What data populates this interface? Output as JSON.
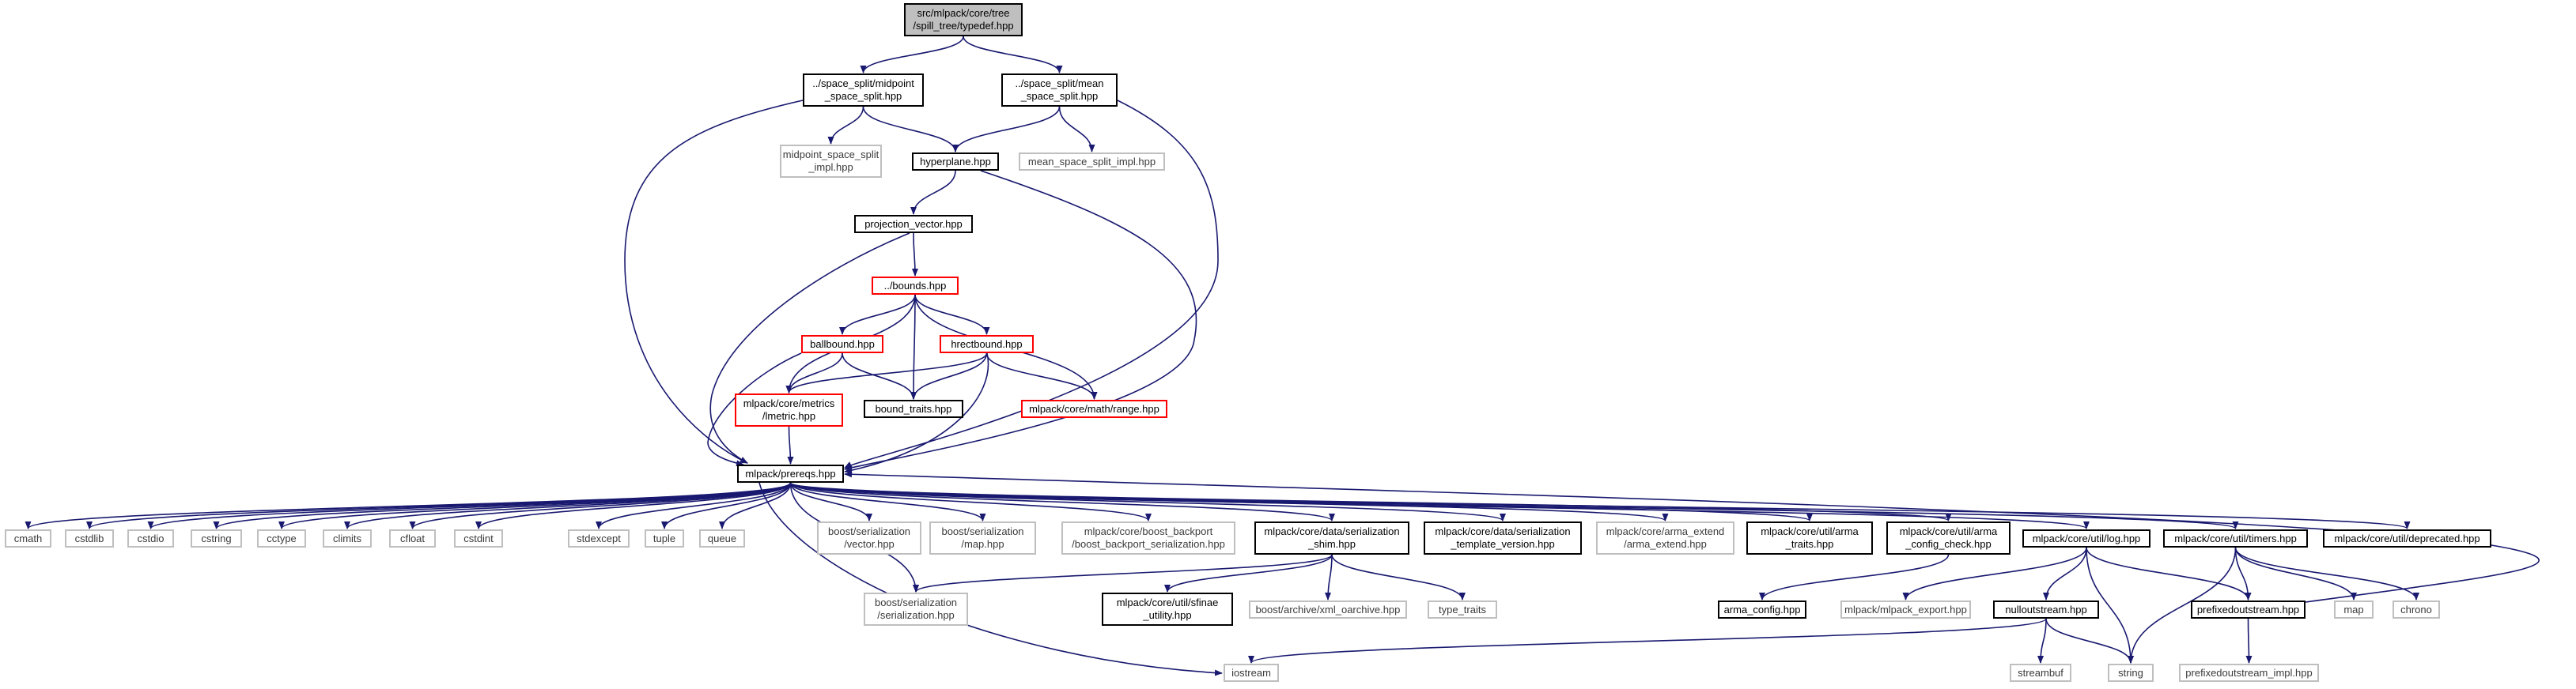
{
  "colors": {
    "edge": "#191970",
    "node_border": "#000000",
    "external_border": "#bfbfbf",
    "incomplete_border": "#ff0000",
    "root_fill": "#bfbfbf"
  },
  "nodes": [
    {
      "id": "typedef",
      "label": "src/mlpack/core/tree\n/spill_tree/typedef.hpp",
      "kind": "root"
    },
    {
      "id": "midpoint",
      "label": "../space_split/midpoint\n_space_split.hpp",
      "kind": "file"
    },
    {
      "id": "mean",
      "label": "../space_split/mean\n_space_split.hpp",
      "kind": "file"
    },
    {
      "id": "midpoint_impl",
      "label": "midpoint_space_split\n_impl.hpp",
      "kind": "external"
    },
    {
      "id": "hyperplane",
      "label": "hyperplane.hpp",
      "kind": "file"
    },
    {
      "id": "mean_impl",
      "label": "mean_space_split_impl.hpp",
      "kind": "external"
    },
    {
      "id": "projection",
      "label": "projection_vector.hpp",
      "kind": "file"
    },
    {
      "id": "bounds",
      "label": "../bounds.hpp",
      "kind": "incomplete"
    },
    {
      "id": "ballbound",
      "label": "ballbound.hpp",
      "kind": "incomplete"
    },
    {
      "id": "hrectbound",
      "label": "hrectbound.hpp",
      "kind": "incomplete"
    },
    {
      "id": "lmetric",
      "label": "mlpack/core/metrics\n/lmetric.hpp",
      "kind": "incomplete"
    },
    {
      "id": "bound_traits",
      "label": "bound_traits.hpp",
      "kind": "file"
    },
    {
      "id": "range",
      "label": "mlpack/core/math/range.hpp",
      "kind": "incomplete"
    },
    {
      "id": "prereqs",
      "label": "mlpack/prereqs.hpp",
      "kind": "file"
    },
    {
      "id": "cmath",
      "label": "cmath",
      "kind": "external"
    },
    {
      "id": "cstdlib",
      "label": "cstdlib",
      "kind": "external"
    },
    {
      "id": "cstdio",
      "label": "cstdio",
      "kind": "external"
    },
    {
      "id": "cstring",
      "label": "cstring",
      "kind": "external"
    },
    {
      "id": "cctype",
      "label": "cctype",
      "kind": "external"
    },
    {
      "id": "climits",
      "label": "climits",
      "kind": "external"
    },
    {
      "id": "cfloat",
      "label": "cfloat",
      "kind": "external"
    },
    {
      "id": "cstdint",
      "label": "cstdint",
      "kind": "external"
    },
    {
      "id": "stdexcept",
      "label": "stdexcept",
      "kind": "external"
    },
    {
      "id": "tuple",
      "label": "tuple",
      "kind": "external"
    },
    {
      "id": "queue",
      "label": "queue",
      "kind": "external"
    },
    {
      "id": "bs_vector",
      "label": "boost/serialization\n/vector.hpp",
      "kind": "external"
    },
    {
      "id": "bs_map",
      "label": "boost/serialization\n/map.hpp",
      "kind": "external"
    },
    {
      "id": "bb_ser",
      "label": "mlpack/core/boost_backport\n/boost_backport_serialization.hpp",
      "kind": "external"
    },
    {
      "id": "ser_shim",
      "label": "mlpack/core/data/serialization\n_shim.hpp",
      "kind": "file"
    },
    {
      "id": "ser_tv",
      "label": "mlpack/core/data/serialization\n_template_version.hpp",
      "kind": "file"
    },
    {
      "id": "arma_extend",
      "label": "mlpack/core/arma_extend\n/arma_extend.hpp",
      "kind": "external"
    },
    {
      "id": "arma_traits",
      "label": "mlpack/core/util/arma\n_traits.hpp",
      "kind": "file"
    },
    {
      "id": "arma_cc",
      "label": "mlpack/core/util/arma\n_config_check.hpp",
      "kind": "file"
    },
    {
      "id": "log",
      "label": "mlpack/core/util/log.hpp",
      "kind": "file"
    },
    {
      "id": "timers",
      "label": "mlpack/core/util/timers.hpp",
      "kind": "file"
    },
    {
      "id": "deprecated",
      "label": "mlpack/core/util/deprecated.hpp",
      "kind": "file"
    },
    {
      "id": "bs_serialization",
      "label": "boost/serialization\n/serialization.hpp",
      "kind": "external"
    },
    {
      "id": "sfinae",
      "label": "mlpack/core/util/sfinae\n_utility.hpp",
      "kind": "file"
    },
    {
      "id": "xml_oarchive",
      "label": "boost/archive/xml_oarchive.hpp",
      "kind": "external"
    },
    {
      "id": "type_traits",
      "label": "type_traits",
      "kind": "external"
    },
    {
      "id": "arma_config",
      "label": "arma_config.hpp",
      "kind": "file"
    },
    {
      "id": "mlpack_export",
      "label": "mlpack/mlpack_export.hpp",
      "kind": "external"
    },
    {
      "id": "nullout",
      "label": "nulloutstream.hpp",
      "kind": "file"
    },
    {
      "id": "prefixed",
      "label": "prefixedoutstream.hpp",
      "kind": "file"
    },
    {
      "id": "map",
      "label": "map",
      "kind": "external"
    },
    {
      "id": "chrono",
      "label": "chrono",
      "kind": "external"
    },
    {
      "id": "streambuf",
      "label": "streambuf",
      "kind": "external"
    },
    {
      "id": "string",
      "label": "string",
      "kind": "external"
    },
    {
      "id": "prefixed_impl",
      "label": "prefixedoutstream_impl.hpp",
      "kind": "external"
    },
    {
      "id": "iostream",
      "label": "iostream",
      "kind": "external"
    }
  ],
  "edges": [
    [
      "typedef",
      "midpoint"
    ],
    [
      "typedef",
      "mean"
    ],
    [
      "midpoint",
      "midpoint_impl"
    ],
    [
      "midpoint",
      "hyperplane"
    ],
    [
      "midpoint",
      "prereqs"
    ],
    [
      "mean",
      "hyperplane"
    ],
    [
      "mean",
      "mean_impl"
    ],
    [
      "mean",
      "prereqs"
    ],
    [
      "hyperplane",
      "projection"
    ],
    [
      "hyperplane",
      "prereqs"
    ],
    [
      "projection",
      "bounds"
    ],
    [
      "projection",
      "prereqs"
    ],
    [
      "bounds",
      "ballbound"
    ],
    [
      "bounds",
      "hrectbound"
    ],
    [
      "bounds",
      "lmetric"
    ],
    [
      "bounds",
      "bound_traits"
    ],
    [
      "bounds",
      "range"
    ],
    [
      "ballbound",
      "lmetric"
    ],
    [
      "ballbound",
      "bound_traits"
    ],
    [
      "ballbound",
      "prereqs"
    ],
    [
      "hrectbound",
      "lmetric"
    ],
    [
      "hrectbound",
      "bound_traits"
    ],
    [
      "hrectbound",
      "range"
    ],
    [
      "hrectbound",
      "prereqs"
    ],
    [
      "lmetric",
      "prereqs"
    ],
    [
      "prereqs",
      "cmath"
    ],
    [
      "prereqs",
      "cstdlib"
    ],
    [
      "prereqs",
      "cstdio"
    ],
    [
      "prereqs",
      "cstring"
    ],
    [
      "prereqs",
      "cctype"
    ],
    [
      "prereqs",
      "climits"
    ],
    [
      "prereqs",
      "cfloat"
    ],
    [
      "prereqs",
      "cstdint"
    ],
    [
      "prereqs",
      "iostream"
    ],
    [
      "prereqs",
      "stdexcept"
    ],
    [
      "prereqs",
      "tuple"
    ],
    [
      "prereqs",
      "queue"
    ],
    [
      "prereqs",
      "bs_vector"
    ],
    [
      "prereqs",
      "bs_map"
    ],
    [
      "prereqs",
      "bb_ser"
    ],
    [
      "prereqs",
      "bs_serialization"
    ],
    [
      "prereqs",
      "ser_shim"
    ],
    [
      "prereqs",
      "ser_tv"
    ],
    [
      "prereqs",
      "arma_extend"
    ],
    [
      "prereqs",
      "arma_traits"
    ],
    [
      "prereqs",
      "arma_cc"
    ],
    [
      "prereqs",
      "log"
    ],
    [
      "prereqs",
      "timers"
    ],
    [
      "prereqs",
      "deprecated"
    ],
    [
      "ser_shim",
      "sfinae"
    ],
    [
      "ser_shim",
      "bs_serialization"
    ],
    [
      "ser_shim",
      "xml_oarchive"
    ],
    [
      "ser_shim",
      "type_traits"
    ],
    [
      "arma_cc",
      "arma_config"
    ],
    [
      "log",
      "mlpack_export"
    ],
    [
      "log",
      "nullout"
    ],
    [
      "log",
      "prefixed"
    ],
    [
      "log",
      "string"
    ],
    [
      "timers",
      "prefixed"
    ],
    [
      "timers",
      "map"
    ],
    [
      "timers",
      "string"
    ],
    [
      "timers",
      "chrono"
    ],
    [
      "nullout",
      "streambuf"
    ],
    [
      "nullout",
      "string"
    ],
    [
      "nullout",
      "iostream"
    ],
    [
      "prefixed",
      "prefixed_impl"
    ],
    [
      "prefixed",
      "prereqs"
    ]
  ]
}
